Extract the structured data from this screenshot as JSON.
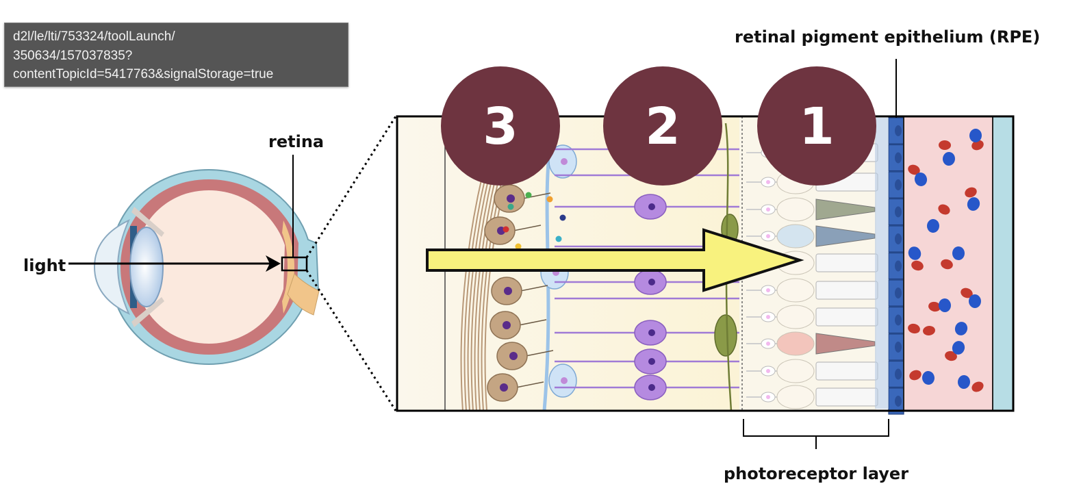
{
  "tooltip": {
    "lines": [
      "d2l/le/lti/753324/toolLaunch/",
      "350634/157037835?",
      "contentTopicId=5417763&signalStorage=true"
    ]
  },
  "labels": {
    "retina": "retina",
    "light": "light",
    "rpe": "retinal pigment epithelium (RPE)",
    "photoreceptor_layer": "photoreceptor layer"
  },
  "layer_numbers": [
    "3",
    "2",
    "1"
  ],
  "colors": {
    "number_circle": "#6e3440",
    "arrow_fill": "#f8f27e",
    "rpe_blue": "#3b6fc4",
    "choroid_pink": "#f6d6d6",
    "sclera_blue": "#b7dde5",
    "neuron_purple": "#a07ad6",
    "ganglion_tan": "#c4a583"
  }
}
